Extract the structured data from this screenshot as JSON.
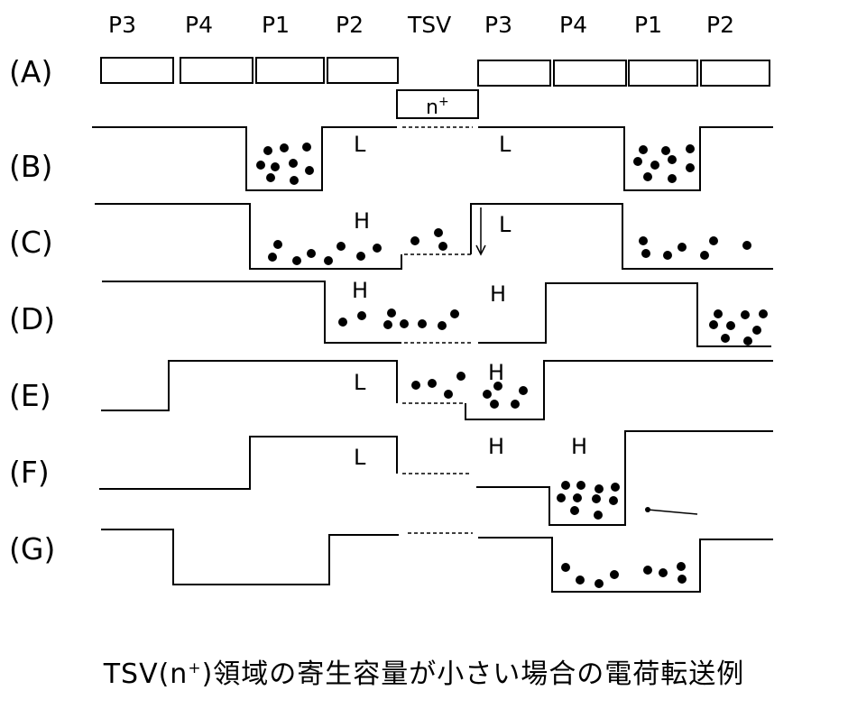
{
  "gates": {
    "left": [
      "P3",
      "P4",
      "P1",
      "P2"
    ],
    "tsv": "TSV",
    "right": [
      "P3",
      "P4",
      "P1",
      "P2"
    ]
  },
  "tsv_region": {
    "base": "n",
    "superscript": "+"
  },
  "rows": [
    {
      "label": "(A)",
      "levels": []
    },
    {
      "label": "(B)",
      "levels": [
        "L",
        "L"
      ]
    },
    {
      "label": "(C)",
      "levels": [
        "H",
        "L"
      ]
    },
    {
      "label": "(D)",
      "levels": [
        "H",
        "H"
      ]
    },
    {
      "label": "(E)",
      "levels": [
        "L",
        "H"
      ]
    },
    {
      "label": "(F)",
      "levels": [
        "L",
        "H",
        "H"
      ]
    },
    {
      "label": "(G)",
      "levels": []
    }
  ],
  "caption": {
    "prefix": "TSV(n",
    "superscript": "+",
    "suffix": ")領域の寄生容量が小さい場合の電荷転送例"
  },
  "colors": {
    "ink": "#000000",
    "background": "#ffffff"
  }
}
